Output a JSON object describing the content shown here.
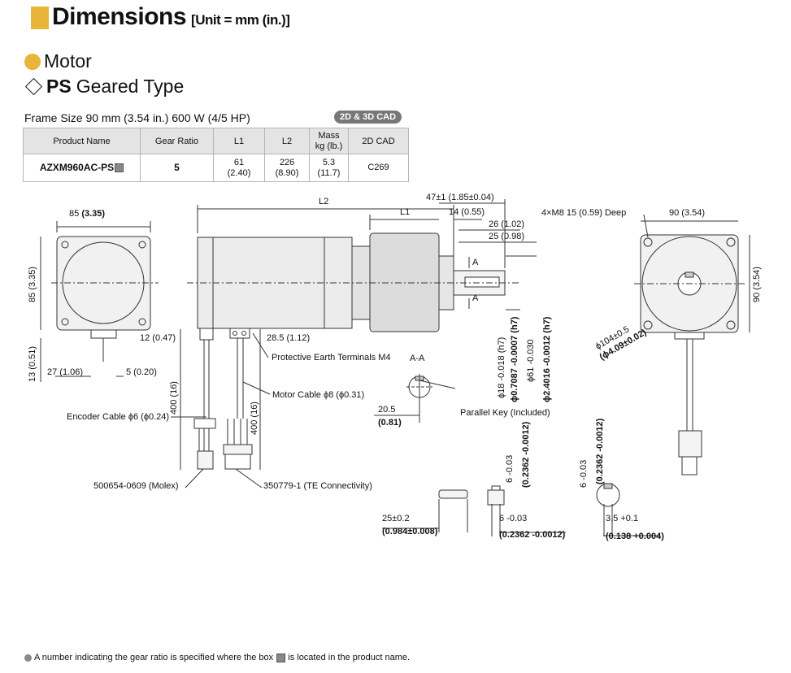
{
  "header": {
    "title": "Dimensions",
    "unit": "[Unit = mm (in.)]",
    "motor_label": "Motor",
    "type_code": "PS",
    "type_label": "Geared Type"
  },
  "frame_size": "Frame Size 90 mm (3.54 in.) 600 W (4/5 HP)",
  "cad_badge": "2D & 3D CAD",
  "table": {
    "headers": [
      "Product Name",
      "Gear Ratio",
      "L1",
      "L2",
      "Mass",
      "kg (lb.)",
      "2D CAD"
    ],
    "row": {
      "product": "AZXM960AC-PS",
      "gear_ratio": "5",
      "l1": "61",
      "l1_in": "(2.40)",
      "l2": "226",
      "l2_in": "(8.90)",
      "mass": "5.3",
      "mass_lb": "(11.7)",
      "cad": "C269"
    }
  },
  "drawing": {
    "front_width": "85",
    "front_width_in": "(3.35)",
    "front_height": "85 (3.35)",
    "dim_13": "13 (0.51)",
    "dim_27": "27 (1.06)",
    "dim_5": "5 (0.20)",
    "dim_12": "12 (0.47)",
    "dim_28_5": "28.5 (1.12)",
    "pe_terminals": "Protective Earth Terminals M4",
    "motor_cable": "Motor Cable ϕ8 (ϕ0.31)",
    "encoder_cable": "Encoder Cable ϕ6 (ϕ0.24)",
    "cable_400a": "400 (16)",
    "cable_400b": "400 (16)",
    "molex": "500654-0609 (Molex)",
    "te": "350779-1 (TE Connectivity)",
    "l2": "L2",
    "l1": "L1",
    "dim_47": "47±1 (1.85±0.04)",
    "dim_14": "14 (0.55)",
    "dim_26": "26 (1.02)",
    "dim_25": "25 (0.98)",
    "section_a": "A",
    "section_aa": "A-A",
    "dim_20_5": "20.5",
    "dim_20_5_in": "(0.81)",
    "parallel_key": "Parallel Key (Included)",
    "shaft_18": "ϕ18 -0.018 (h7)",
    "shaft_0_7087": "ϕ0.7087 -0.0007 (h7)",
    "shaft_61": "ϕ61 -0.030",
    "shaft_2_4016": "ϕ2.4016 -0.0012 (h7)",
    "bolt": "4×M8 15 (0.59) Deep",
    "side_width": "90 (3.54)",
    "side_height": "90 (3.54)",
    "pcd_104": "ϕ104±0.5",
    "pcd_4_09": "(ϕ4.09±0.02)",
    "key_25": "25±0.2",
    "key_25_in": "(0.984±0.008)",
    "key_6a": "6 -0.03",
    "key_6a_in": "(0.2362 -0.0012)",
    "key_6b": "6 -0.03",
    "key_6b_in": "(0.2362 -0.0012)",
    "key_6c": "6 -0.03",
    "key_6c_in": "(0.2362 -0.0012)",
    "key_3_5": "3.5 +0.1",
    "key_3_5_in": "(0.138 +0.004)"
  },
  "footnote": "A number indicating the gear ratio is specified where the box",
  "footnote_tail": "is located in the product name.",
  "colors": {
    "accent": "#e8b43a",
    "badge": "#777777",
    "table_header": "#e4e4e4"
  }
}
